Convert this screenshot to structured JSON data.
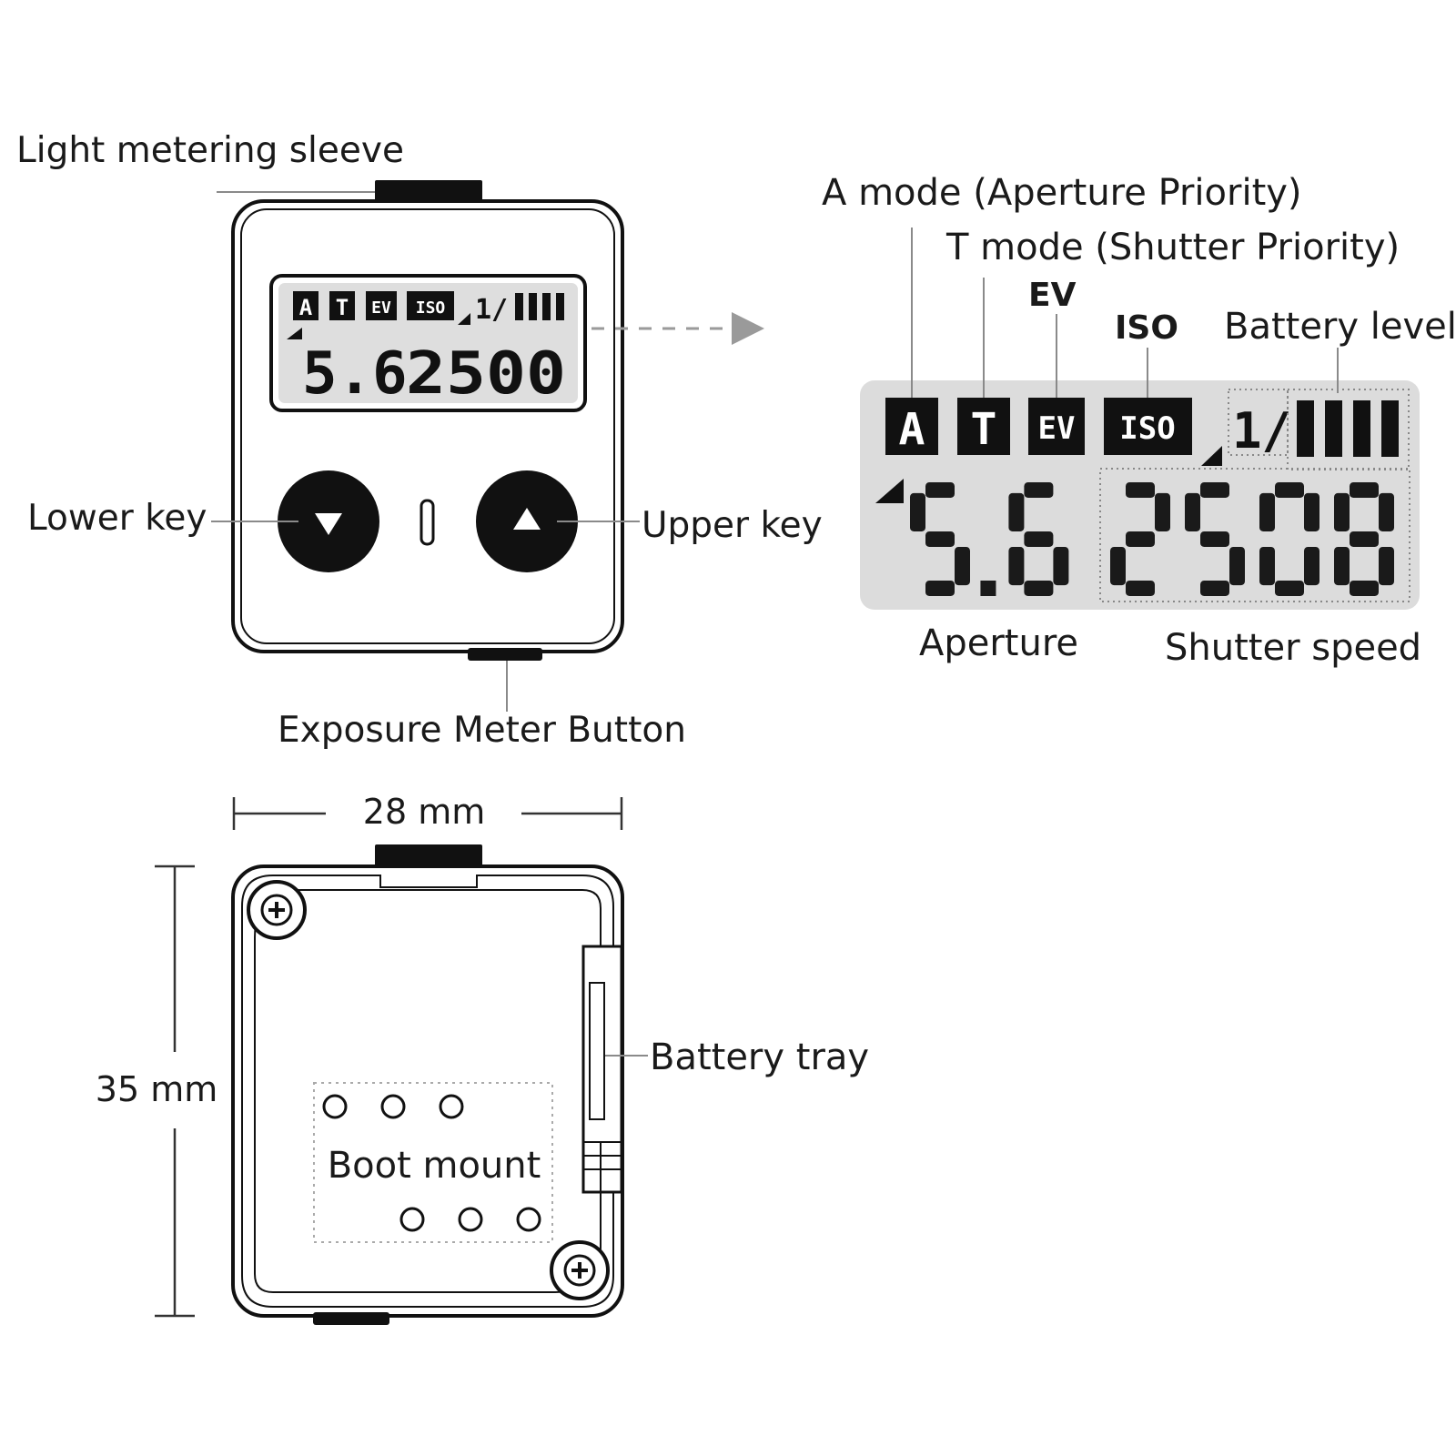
{
  "front_view": {
    "labels": {
      "light_metering_sleeve": "Light metering sleeve",
      "lower_key": "Lower key",
      "upper_key": "Upper key",
      "exposure_meter_button": "Exposure Meter Button"
    },
    "lcd": {
      "mode_a": "A",
      "mode_t": "T",
      "ev": "EV",
      "iso": "ISO",
      "fraction": "1/",
      "aperture_value": "5.6",
      "shutter_value": "2500"
    }
  },
  "lcd_detail": {
    "labels": {
      "a_mode": "A mode (Aperture Priority)",
      "t_mode": "T mode (Shutter Priority)",
      "ev": "EV",
      "iso": "ISO",
      "battery_level": "Battery level",
      "aperture": "Aperture",
      "shutter_speed": "Shutter speed"
    },
    "indicators": {
      "mode_a": "A",
      "mode_t": "T",
      "ev": "EV",
      "iso": "ISO",
      "fraction": "1/"
    },
    "aperture_value": "5.6",
    "shutter_value": "2508",
    "battery_bars": 4
  },
  "back_view": {
    "width_label": "28 mm",
    "height_label": "35 mm",
    "battery_tray_label": "Battery tray",
    "boot_mount_label": "Boot mount"
  }
}
